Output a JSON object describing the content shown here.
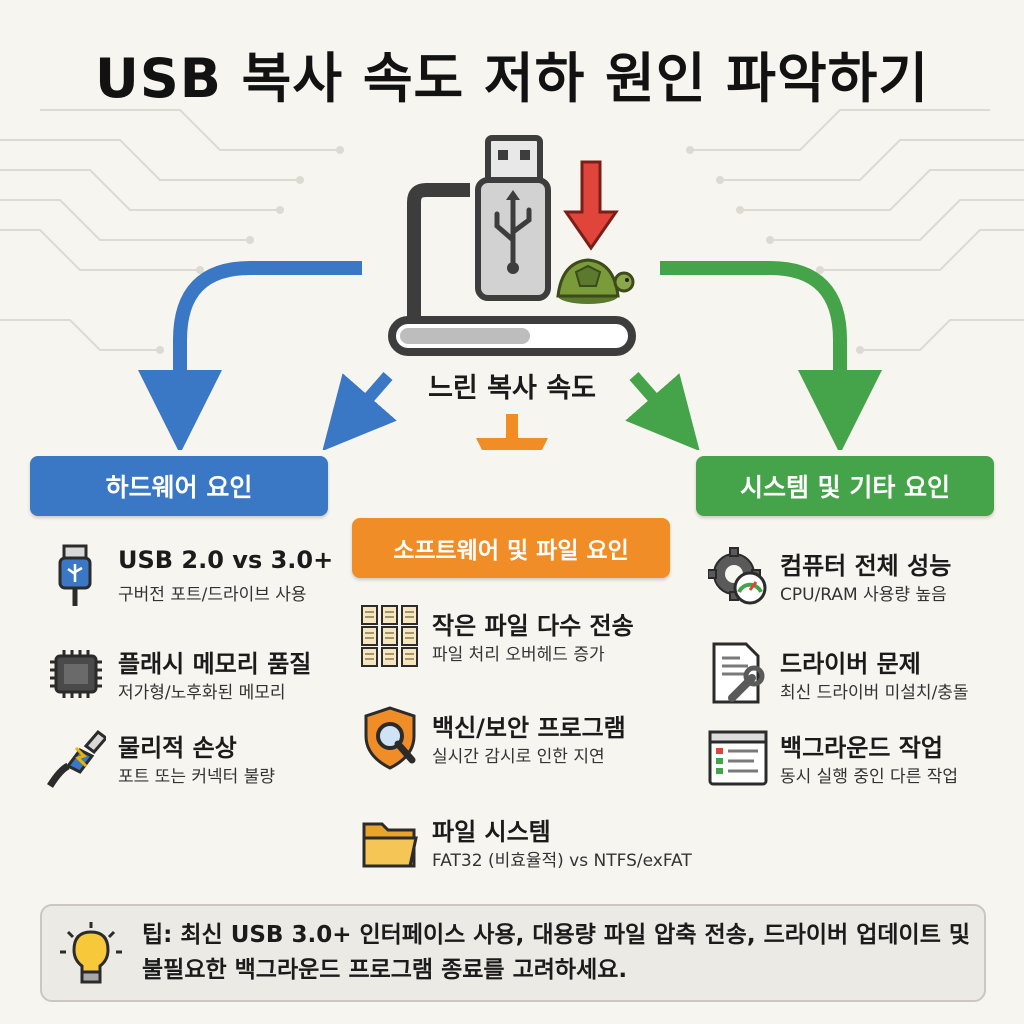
{
  "title": "USB 복사 속도 저하 원인 파악하기",
  "center": {
    "label": "느린 복사 속도"
  },
  "colors": {
    "hardware": "#3a78c5",
    "software": "#f08d26",
    "system": "#45a34a",
    "arrow_down": "#e0443a"
  },
  "hardware": {
    "heading": "하드웨어 요인",
    "items": [
      {
        "title": "USB 2.0 vs 3.0+",
        "desc": "구버전 포트/드라이브 사용",
        "icon": "usb-cable-icon"
      },
      {
        "title": "플래시 메모리 품질",
        "desc": "저가형/노후화된 메모리",
        "icon": "chip-icon"
      },
      {
        "title": "물리적 손상",
        "desc": "포트 또는 커넥터 불량",
        "icon": "broken-cable-icon"
      }
    ]
  },
  "software": {
    "heading": "소프트웨어 및 파일 요인",
    "items": [
      {
        "title": "작은 파일 다수 전송",
        "desc": "파일 처리 오버헤드 증가",
        "icon": "many-files-icon"
      },
      {
        "title": "백신/보안 프로그램",
        "desc": "실시간 감시로 인한 지연",
        "icon": "shield-search-icon"
      },
      {
        "title": "파일 시스템",
        "desc": "FAT32 (비효율적) vs NTFS/exFAT",
        "icon": "folder-icon"
      }
    ]
  },
  "system": {
    "heading": "시스템 및 기타 요인",
    "items": [
      {
        "title": "컴퓨터 전체 성능",
        "desc": "CPU/RAM 사용량 높음",
        "icon": "gear-gauge-icon"
      },
      {
        "title": "드라이버 문제",
        "desc": "최신 드라이버 미설치/충돌",
        "icon": "document-wrench-icon"
      },
      {
        "title": "백그라운드 작업",
        "desc": "동시 실행 중인 다른 작업",
        "icon": "task-window-icon"
      }
    ]
  },
  "tip": {
    "text": "팁: 최신 USB 3.0+ 인터페이스 사용, 대용량 파일 압축 전송, 드라이버 업데이트 및 불필요한 백그라운드 프로그램 종료를 고려하세요.",
    "icon": "lightbulb-icon"
  }
}
